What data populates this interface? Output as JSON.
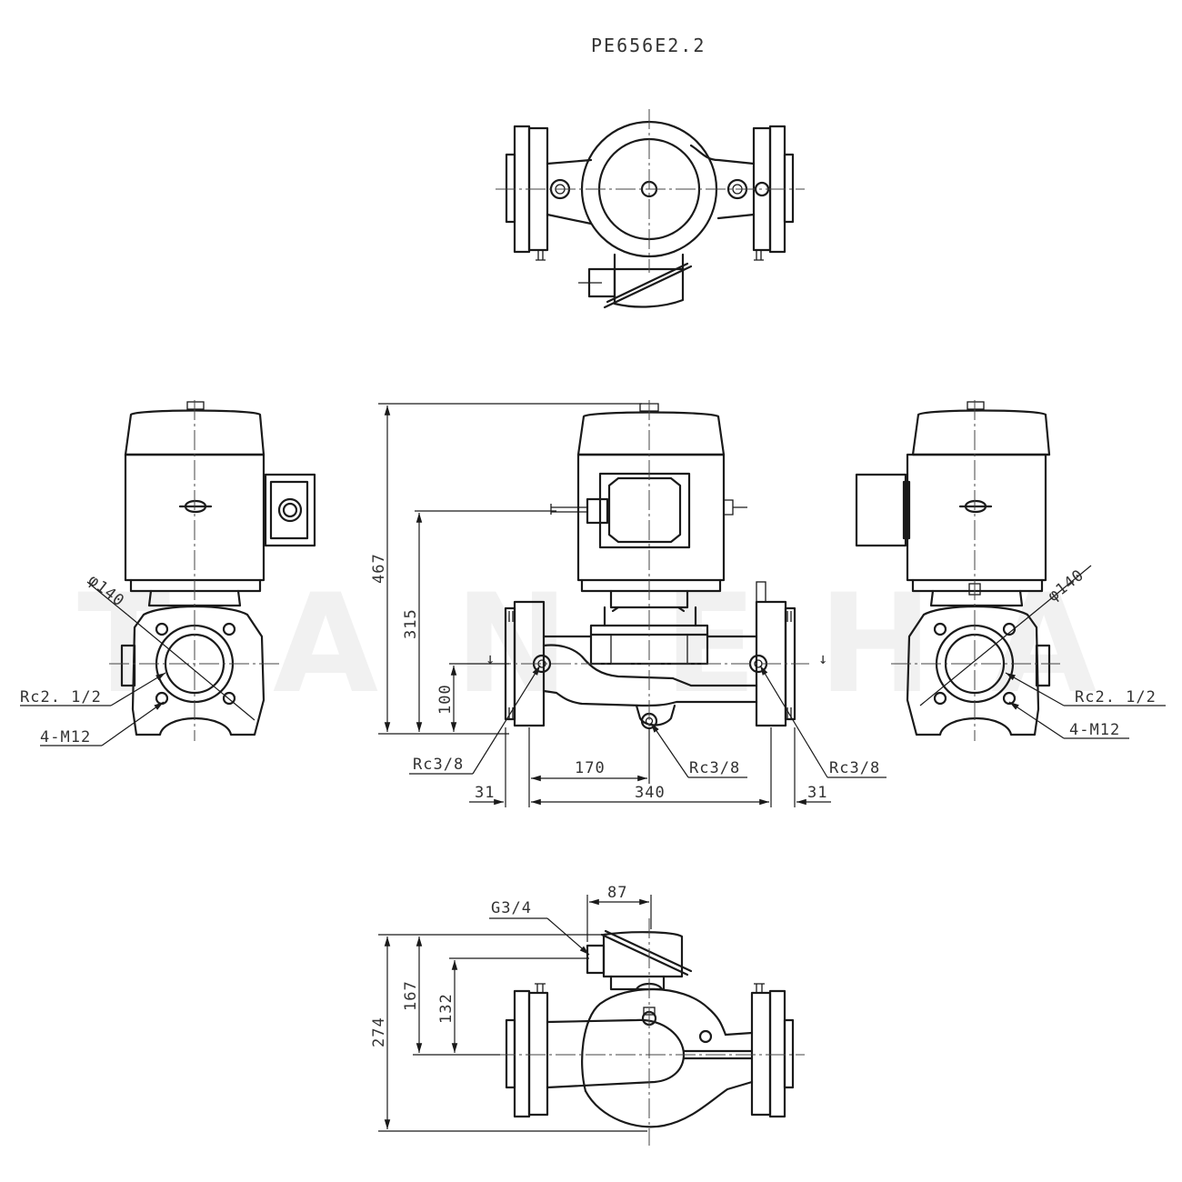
{
  "title": "PE656E2.2",
  "watermark": [
    "T",
    "A",
    "N",
    "E",
    "H",
    "A"
  ],
  "labels": {
    "height_total": "467",
    "height_motor": "315",
    "height_center": "100",
    "flange_dia_left": "φ140",
    "flange_dia_right": "φ140",
    "port_left": "Rc2. 1/2",
    "port_right": "Rc2. 1/2",
    "bolts_left": "4-M12",
    "bolts_right": "4-M12",
    "drain_left": "Rc3/8",
    "drain_center": "Rc3/8",
    "drain_right": "Rc3/8",
    "half_length": "170",
    "length": "340",
    "flange_thk_left": "31",
    "flange_thk_right": "31",
    "terminal_width": "87",
    "gauge_port": "G3/4",
    "depth_total": "274",
    "depth_box": "167",
    "depth_port": "132"
  },
  "section_marks": {
    "left": "↓",
    "right": "↓"
  }
}
